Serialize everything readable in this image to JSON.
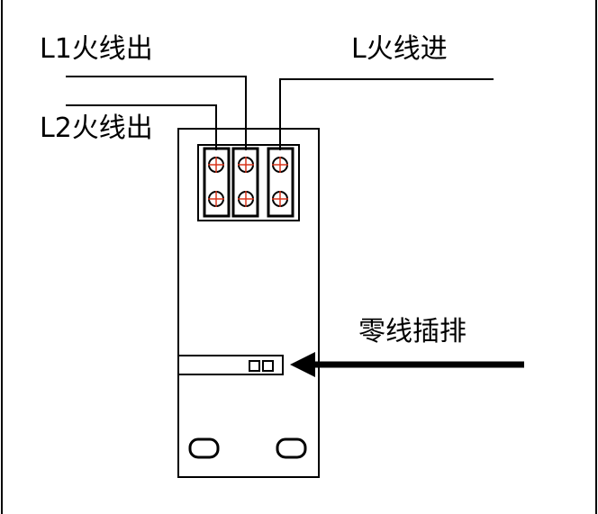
{
  "labels": {
    "l1_out": "L1火线出",
    "l_in": "L火线进",
    "l2_out": "L2火线出",
    "neutral_bar": "零线插排"
  },
  "colors": {
    "line": "#000000",
    "terminal_mark": "#d9351c",
    "background": "#ffffff"
  }
}
